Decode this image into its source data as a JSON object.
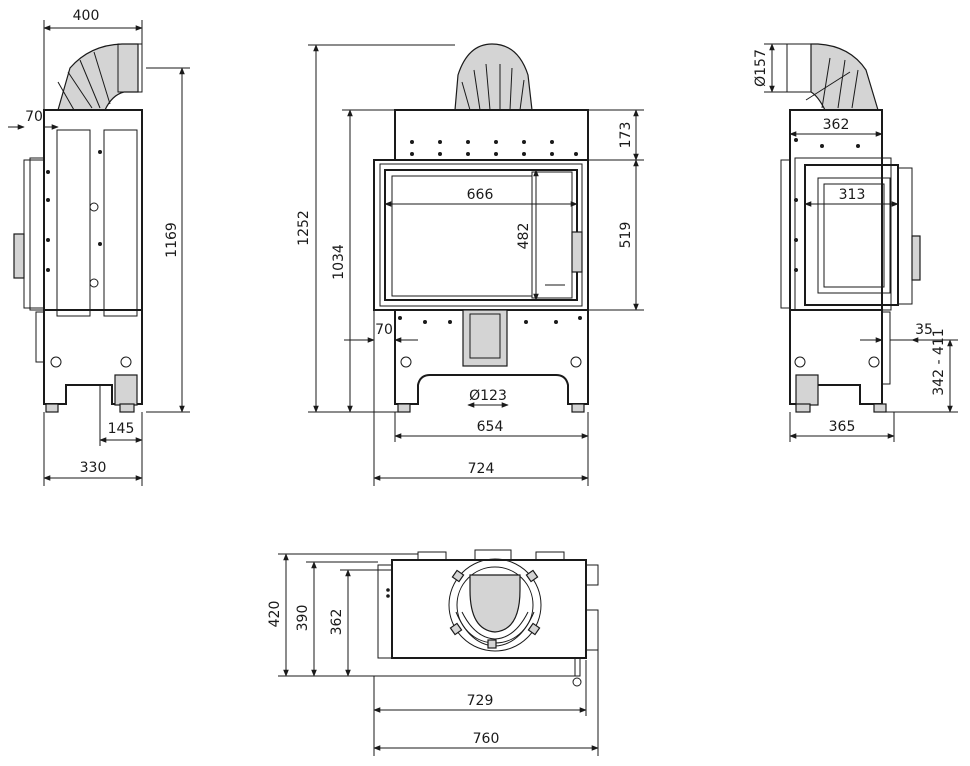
{
  "views": {
    "side_left": "side-view-left",
    "front": "front-view",
    "side_right": "side-view-right",
    "top": "top-view"
  },
  "dims": {
    "d400": "400",
    "d70a": "70",
    "d1169": "1169",
    "d145": "145",
    "d330": "330",
    "d1252": "1252",
    "d1034": "1034",
    "d173": "173",
    "d519": "519",
    "d666": "666",
    "d482": "482",
    "d70b": "70",
    "d123": "Ø123",
    "d654": "654",
    "d724": "724",
    "d157": "Ø157",
    "d362a": "362",
    "d313": "313",
    "d35": "35",
    "d342": "342 - 411",
    "d365": "365",
    "d420": "420",
    "d390": "390",
    "d362b": "362",
    "d729": "729",
    "d760": "760"
  }
}
